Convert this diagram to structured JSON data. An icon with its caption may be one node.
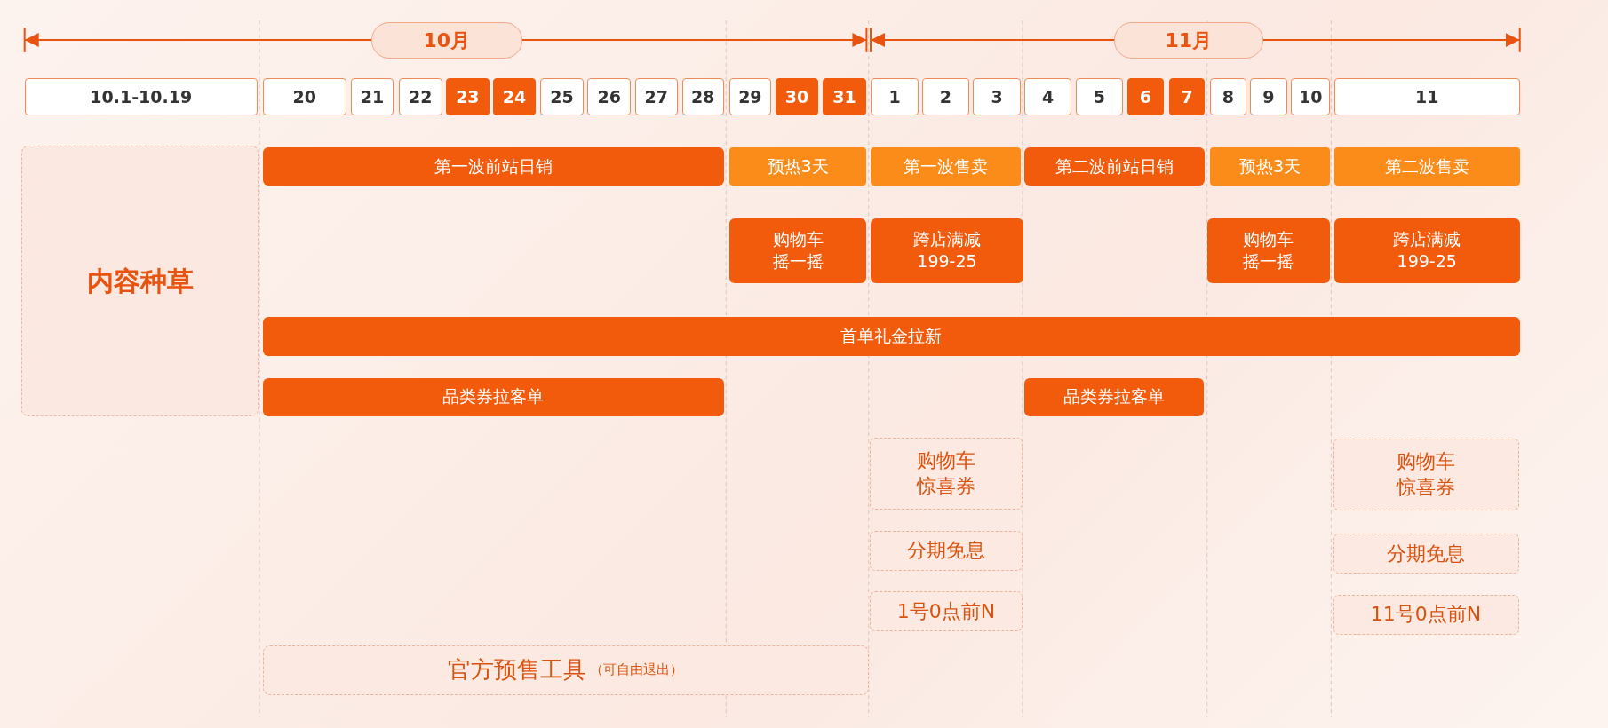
{
  "diagram": {
    "nodes": [
      {
        "text": [
          "10.1-10.19"
        ]
      },
      {
        "text": [
          "20"
        ]
      },
      {
        "text": [
          "21"
        ]
      },
      {
        "text": [
          "22"
        ]
      },
      {
        "text": [
          "23"
        ]
      },
      {
        "text": [
          "24"
        ]
      },
      {
        "text": [
          "25"
        ]
      },
      {
        "text": [
          "26"
        ]
      },
      {
        "text": [
          "27"
        ]
      },
      {
        "text": [
          "28"
        ]
      },
      {
        "text": [
          "29"
        ]
      },
      {
        "text": [
          "30"
        ]
      },
      {
        "text": [
          "31"
        ]
      },
      {
        "text": [
          "1"
        ]
      },
      {
        "text": [
          "2"
        ]
      },
      {
        "text": [
          "3"
        ]
      },
      {
        "text": [
          "4"
        ]
      },
      {
        "text": [
          "5"
        ]
      },
      {
        "text": [
          "6"
        ]
      },
      {
        "text": [
          "7"
        ]
      },
      {
        "text": [
          "8"
        ]
      },
      {
        "text": [
          "9"
        ]
      },
      {
        "text": [
          "10"
        ]
      },
      {
        "text": [
          "11"
        ]
      },
      {
        "text": [
          "内容种草"
        ]
      },
      {
        "text": [
          "第一波前站日销"
        ]
      },
      {
        "text": [
          "预热3天"
        ]
      },
      {
        "text": [
          "第一波售卖"
        ]
      },
      {
        "text": [
          "第二波前站日销"
        ]
      },
      {
        "text": [
          "预热3天"
        ]
      },
      {
        "text": [
          "第二波售卖"
        ]
      },
      {
        "text": [
          "购物车摇一摇"
        ]
      },
      {
        "text": [
          "跨店满减199-25"
        ]
      },
      {
        "text": [
          "购物车摇一摇"
        ]
      },
      {
        "text": [
          "跨店满减199-25"
        ]
      },
      {
        "text": [
          "首单礼金拉新"
        ]
      },
      {
        "text": [
          "品类券拉客单"
        ]
      },
      {
        "text": [
          "品类券拉客单"
        ]
      },
      {
        "text": [
          "购物车惊喜券"
        ]
      },
      {
        "text": [
          "购物车惊喜券"
        ]
      },
      {
        "text": [
          "分期免息"
        ]
      },
      {
        "text": [
          "分期免息"
        ]
      },
      {
        "text": [
          "1号0点前N"
        ]
      },
      {
        "text": [
          "11号0点前N"
        ]
      },
      {
        "text": [
          "官方预售工具",
          "（可自由退出）"
        ]
      }
    ],
    "labels": [
      "10月",
      "11月"
    ]
  }
}
